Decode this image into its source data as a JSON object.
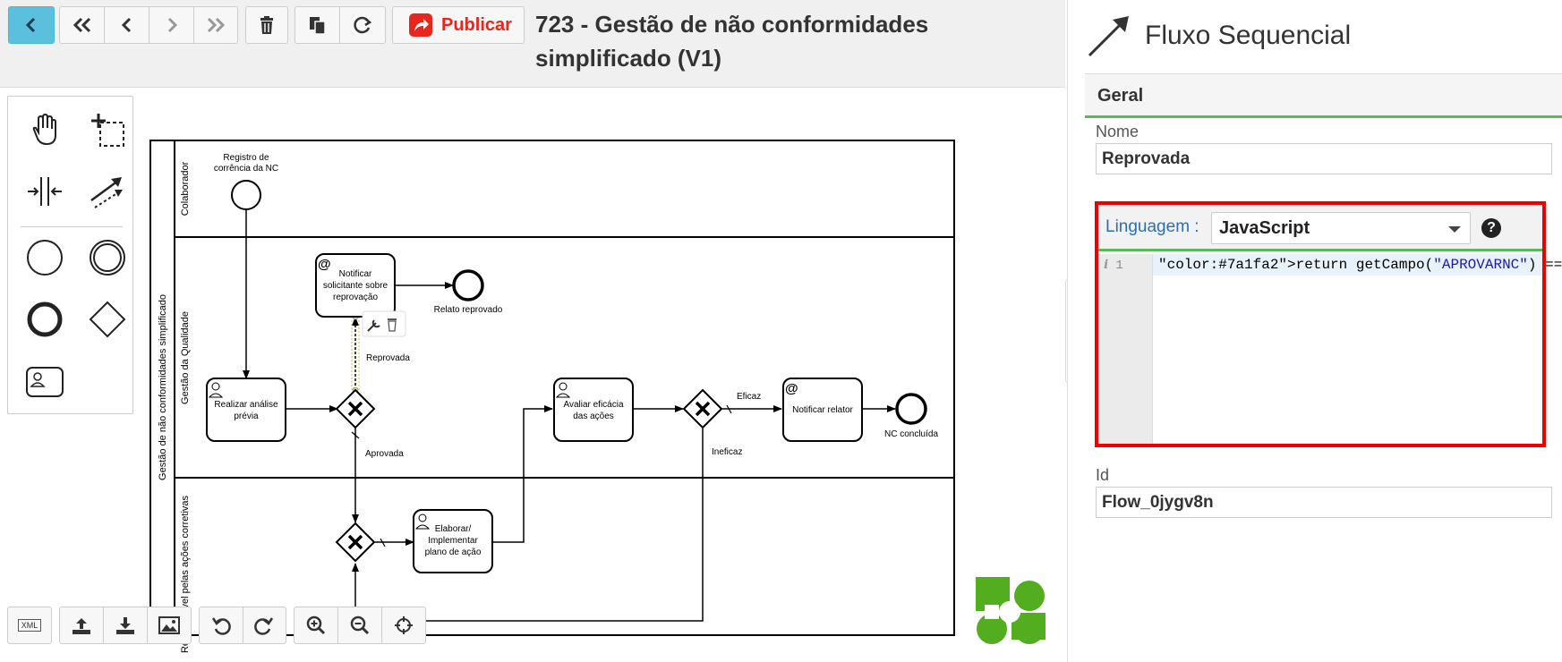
{
  "app": {
    "title": "723 - Gestão de não conformidades simplificado (V1)",
    "publish_label": "Publicar",
    "accent": "#5bc0de",
    "publish_color": "#e8261d"
  },
  "diagram": {
    "pool_label": "Gestão de não conformidades simplificado",
    "lanes": [
      "Colaborador",
      "Gestão da Qualidade",
      "Responsável pelas ações corretivas"
    ],
    "start_event_label_1": "Registro de",
    "start_event_label_2": "corrência da NC",
    "tasks": {
      "notify_requester": [
        "Notificar",
        "solicitante sobre",
        "reprovação"
      ],
      "analyze": [
        "Realizar análise",
        "prévia"
      ],
      "evaluate": [
        "Avaliar eficácia",
        "das ações"
      ],
      "notify_reporter": [
        "Notificar relator"
      ],
      "elaborate": [
        "Elaborar/",
        "Implementar",
        "plano de ação"
      ]
    },
    "end_events": {
      "rejected": "Relato reprovado",
      "done": "NC concluída"
    },
    "flow_labels": {
      "rejected": "Reprovada",
      "approved": "Aprovada",
      "effective": "Eficaz",
      "ineffective": "Ineficaz"
    },
    "bottom_xml_label": "XML",
    "logo_color": "#52ae1f"
  },
  "panel": {
    "title": "Fluxo Sequencial",
    "section": "Geral",
    "name_label": "Nome",
    "name_value": "Reprovada",
    "language_label": "Linguagem :",
    "language_value": "JavaScript",
    "help_label": "?",
    "line_number": "1",
    "code": "return getCampo(\"APROVARNC\") == \"R\"",
    "id_label": "Id",
    "id_value": "Flow_0jygv8n",
    "collapse_glyph": "▶"
  }
}
